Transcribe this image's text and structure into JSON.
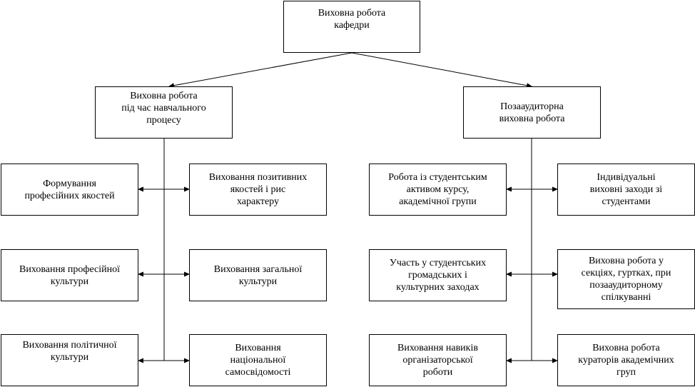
{
  "root": {
    "label": "Виховна робота\nкафедри"
  },
  "branches": [
    {
      "label": "Виховна робота\nпід час навчального\nпроцесу",
      "items": [
        "Формування\nпрофесійних якостей",
        "Виховання позитивних\nякостей і рис\nхарактеру",
        "Виховання професійної\nкультури",
        "Виховання загальної\nкультури",
        "Виховання політичної\nкультури",
        "Виховання\nнаціональної\nсамосвідомості"
      ]
    },
    {
      "label": "Позааудиторна\nвиховна робота",
      "items": [
        "Робота із студентським\nактивом курсу,\nакадемічної групи",
        "Індивідуальні\nвиховні заходи зі\nстудентами",
        "Участь у студентських\nгромадських і\nкультурних заходах",
        "Виховна робота у\nсекціях, гуртках, при\nпозааудиторному\nспілкуванні",
        "Виховання навиків\nорганізаторської\nроботи",
        "Виховна робота\nкураторів академічних\nгруп"
      ]
    }
  ]
}
